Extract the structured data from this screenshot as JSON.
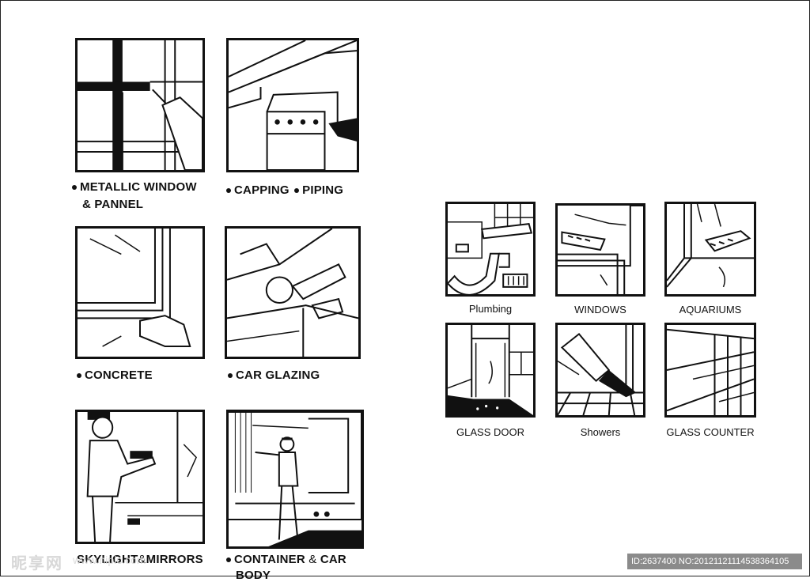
{
  "left_panel": {
    "items": [
      {
        "line1": "METALLIC WINDOW",
        "line2": "& PANNEL"
      },
      {
        "part1": "CAPPING",
        "part2": "PIPING"
      },
      {
        "line1": "CONCRETE"
      },
      {
        "line1": "CAR GLAZING"
      },
      {
        "line1": "SKYLIGHT",
        "amp": "&",
        "line2": "MIRRORS"
      },
      {
        "line1": "CONTAINER",
        "amp": "&",
        "line2": "CAR",
        "line3": "BODY"
      }
    ]
  },
  "right_panel": {
    "items": [
      {
        "label": "Plumbing"
      },
      {
        "label": "WINDOWS"
      },
      {
        "label": "AQUARIUMS"
      },
      {
        "label": "GLASS DOOR"
      },
      {
        "label": "Showers"
      },
      {
        "label": "GLASS COUNTER"
      }
    ]
  },
  "watermark": {
    "logo": "昵享网",
    "url": "www.nipic.com",
    "id_text": "ID:2637400 NO:20121121114538364105"
  }
}
